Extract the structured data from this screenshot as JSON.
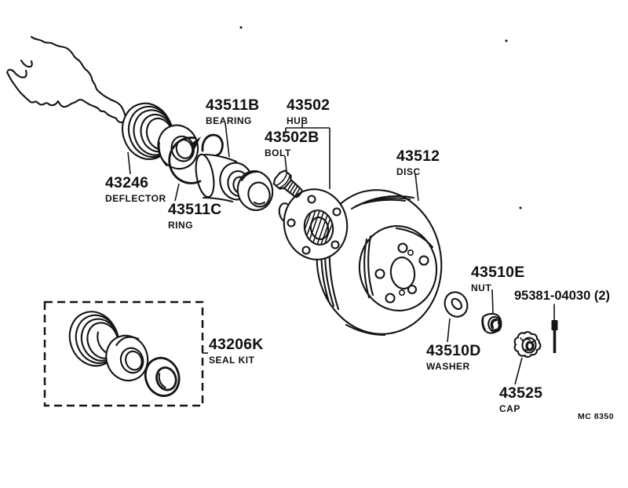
{
  "figure": {
    "drawing_code": "MC 8350",
    "description": "Front axle hub exploded parts diagram"
  },
  "parts": [
    {
      "code": "43246",
      "name": "DEFLECTOR"
    },
    {
      "code": "43511C",
      "name": "RING"
    },
    {
      "code": "43511B",
      "name": "BEARING"
    },
    {
      "code": "43502",
      "name": "HUB"
    },
    {
      "code": "43502B",
      "name": "BOLT"
    },
    {
      "code": "43512",
      "name": "DISC"
    },
    {
      "code": "43206K",
      "name": "SEAL KIT"
    },
    {
      "code": "43510D",
      "name": "WASHER"
    },
    {
      "code": "43510E",
      "name": "NUT"
    },
    {
      "code": "95381-04030 (2)",
      "name": ""
    },
    {
      "code": "43525",
      "name": "CAP"
    }
  ]
}
